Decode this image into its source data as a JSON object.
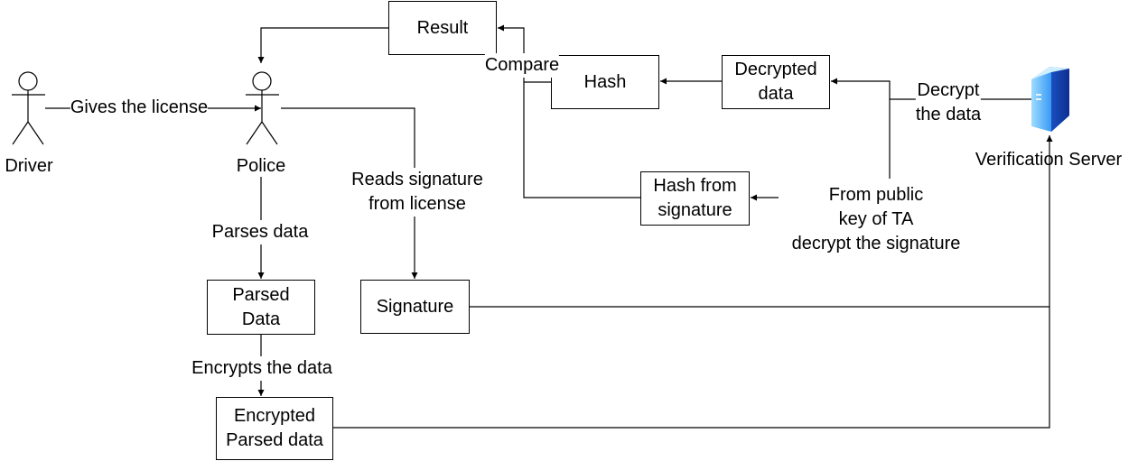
{
  "actors": {
    "driver": "Driver",
    "police": "Police",
    "server": "Verification Server"
  },
  "boxes": {
    "result": "Result",
    "hash": "Hash",
    "decrypted_data": "Decrypted\ndata",
    "hash_from_signature": "Hash from\nsignature",
    "parsed_data": "Parsed\nData",
    "signature": "Signature",
    "encrypted_parsed_data": "Encrypted\nParsed data"
  },
  "edges": {
    "gives_license": "Gives the license",
    "reads_signature": "Reads signature\nfrom license",
    "parses_data": "Parses data",
    "encrypts_data": "Encrypts the data",
    "compare": "Compare",
    "decrypt_data": "Decrypt\nthe data",
    "decrypt_signature": "From public\nkey of TA\ndecrypt the signature"
  }
}
